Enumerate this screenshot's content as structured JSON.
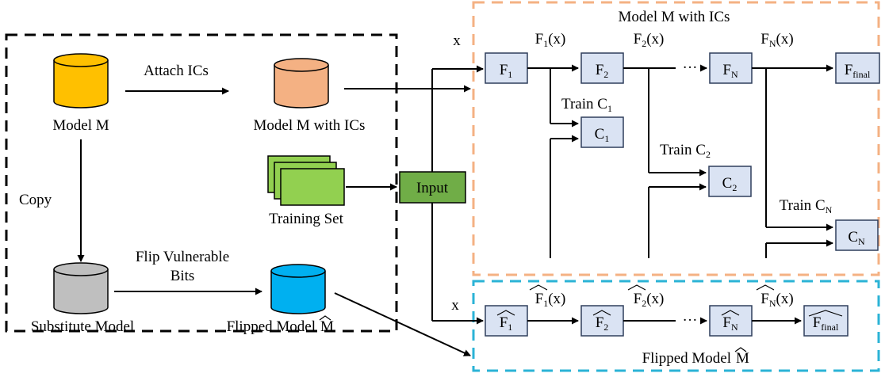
{
  "left_panel": {
    "model_m": "Model M",
    "attach_ics": "Attach ICs",
    "model_with_ics": "Model M with ICs",
    "copy": "Copy",
    "training_set": "Training Set",
    "flip_line1": "Flip Vulnerable",
    "flip_line2": "Bits",
    "substitute_model": "Substitute Model",
    "flipped_model": "Flipped Model",
    "flipped_model_symbol": "M"
  },
  "input_label": "Input",
  "top_panel": {
    "title": "Model M with ICs",
    "x_label": "x",
    "blocks": {
      "f1": {
        "base": "F",
        "sub": "1"
      },
      "f2": {
        "base": "F",
        "sub": "2"
      },
      "fn": {
        "base": "F",
        "sub": "N"
      },
      "ffinal": {
        "base": "F",
        "sub": "final"
      }
    },
    "outputs": {
      "f1x": {
        "base": "F",
        "sub": "1",
        "arg": "(x)"
      },
      "f2x": {
        "base": "F",
        "sub": "2",
        "arg": "(x)"
      },
      "fnx": {
        "base": "F",
        "sub": "N",
        "arg": "(x)"
      }
    },
    "ellipsis": "···",
    "classifiers": {
      "c1": {
        "base": "C",
        "sub": "1"
      },
      "c2": {
        "base": "C",
        "sub": "2"
      },
      "cn": {
        "base": "C",
        "sub": "N"
      }
    },
    "train_prefix": "Train"
  },
  "bottom_panel": {
    "title": "Flipped Model",
    "title_symbol": "M",
    "x_label": "x",
    "ellipsis": "···"
  },
  "colors": {
    "model_m_fill": "#FFC000",
    "model_ics_fill": "#F4B183",
    "substitute_fill": "#BFBFBF",
    "flipped_fill": "#00B0F0",
    "training_fill": "#92D050",
    "input_fill": "#70AD47",
    "block_fill": "#DAE3F3",
    "block_stroke": "#2F3E5C",
    "top_panel_border": "#F4B183",
    "bottom_panel_border": "#2BB3D6",
    "left_panel_border": "#000000"
  }
}
